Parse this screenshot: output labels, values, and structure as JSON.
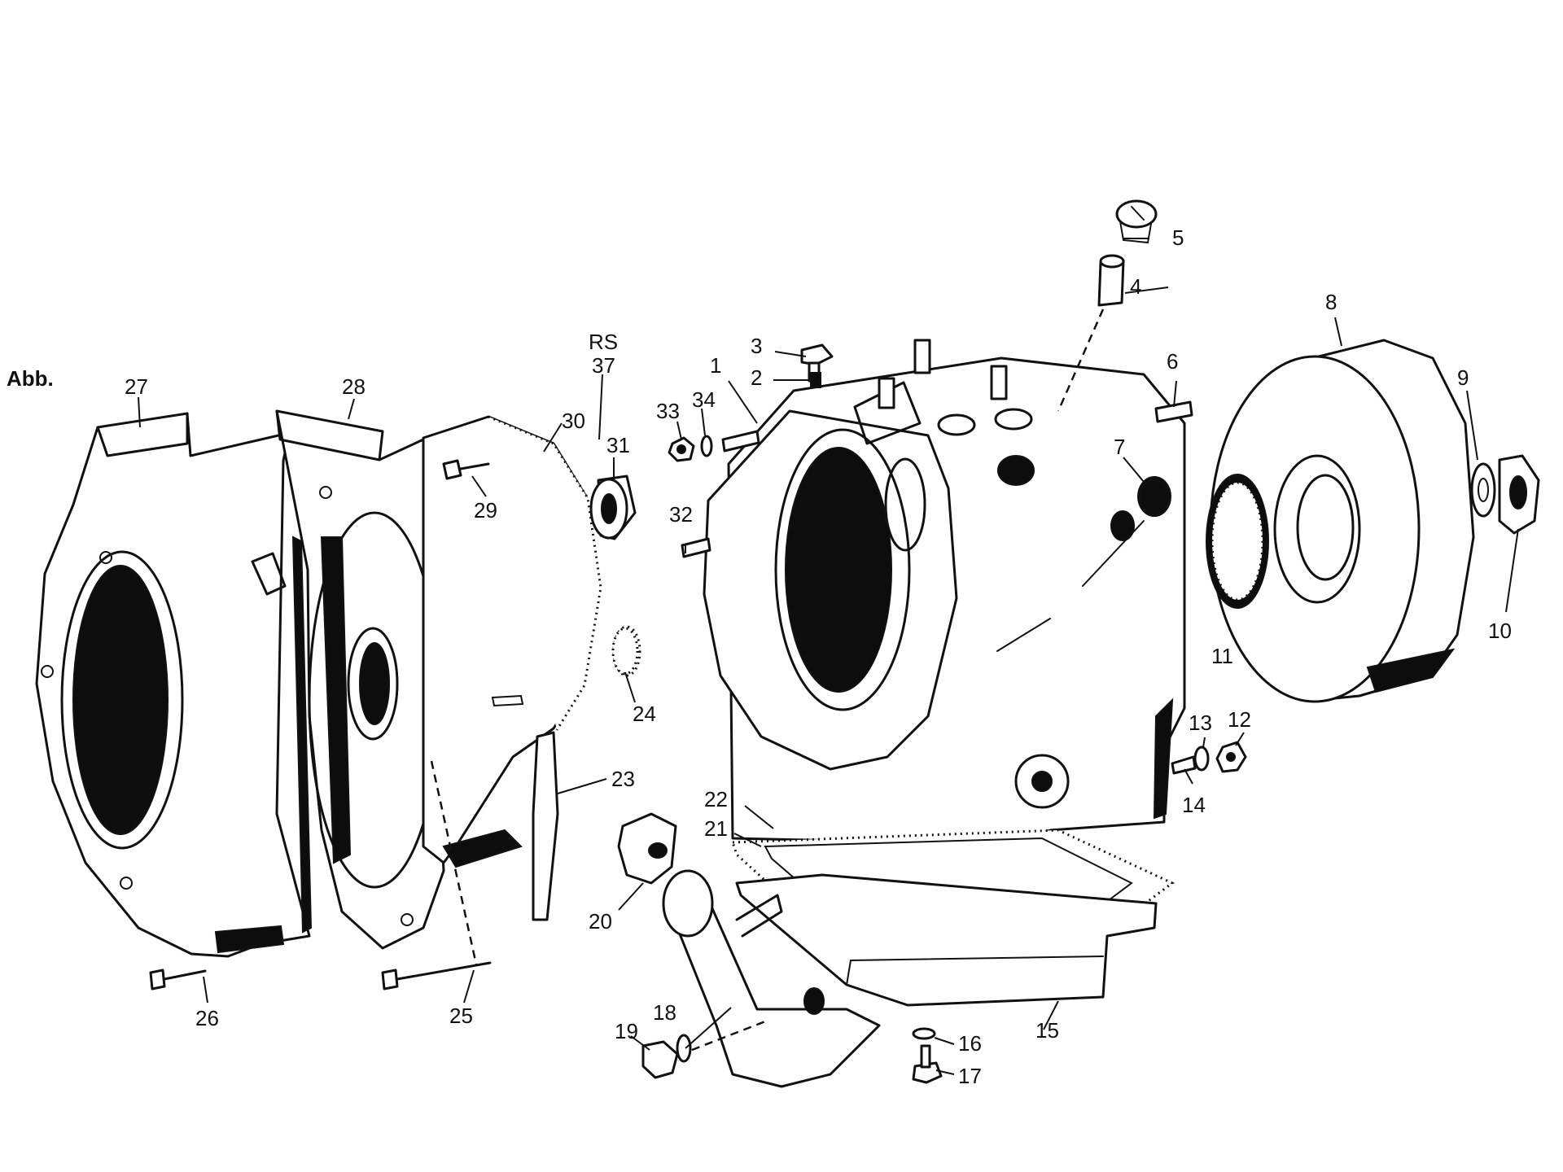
{
  "figure_label": "Abb.",
  "part_labels": {
    "p1": "1",
    "p2": "2",
    "p3": "3",
    "p4": "4",
    "p5": "5",
    "p6": "6",
    "p7": "7",
    "p8": "8",
    "p9": "9",
    "p10": "10",
    "p11": "11",
    "p12": "12",
    "p13": "13",
    "p14": "14",
    "p15": "15",
    "p16": "16",
    "p17": "17",
    "p18": "18",
    "p19": "19",
    "p20": "20",
    "p21": "21",
    "p22": "22",
    "p23": "23",
    "p24": "24",
    "p25": "25",
    "p26": "26",
    "p27": "27",
    "p28": "28",
    "p29": "29",
    "p30": "30",
    "p31": "31",
    "p32": "32",
    "p33": "33",
    "p34": "34",
    "rs": "RS",
    "p37": "37"
  }
}
